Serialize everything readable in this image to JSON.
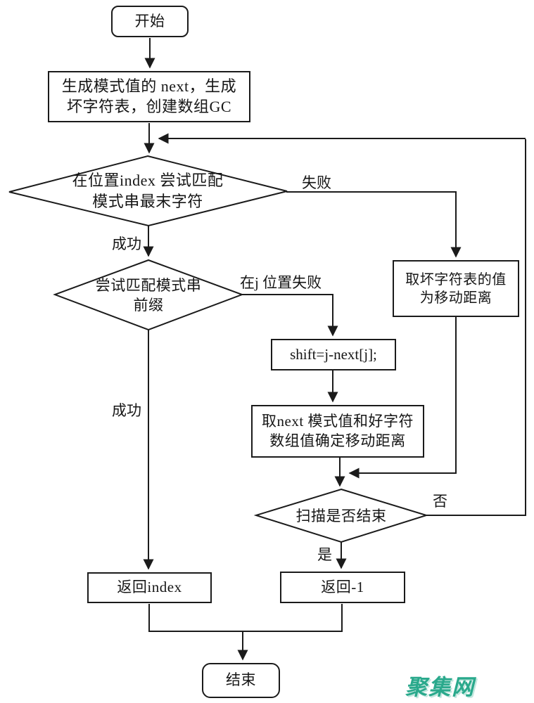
{
  "page": {
    "background": "#ffffff",
    "line_color": "#1b1b1b"
  },
  "watermark": {
    "text": "聚集网",
    "color": "#2aa98c"
  },
  "flowchart": {
    "nodes": {
      "start": {
        "type": "terminator",
        "lines": [
          "开始"
        ]
      },
      "init": {
        "type": "process",
        "lines": [
          "生成模式值的 next，生成",
          "坏字符表，创建数组GC"
        ]
      },
      "match_last": {
        "type": "decision",
        "lines": [
          "在位置index 尝试匹配",
          "模式串最末字符"
        ]
      },
      "match_prefix": {
        "type": "decision",
        "lines": [
          "尝试匹配模式串",
          "前缀"
        ]
      },
      "bad_char": {
        "type": "process",
        "lines": [
          "取坏字符表的值",
          "为移动距离"
        ]
      },
      "shift": {
        "type": "process",
        "lines": [
          "shift=j-next[j];"
        ]
      },
      "good_char": {
        "type": "process",
        "lines": [
          "取next 模式值和好字符",
          "数组值确定移动距离"
        ]
      },
      "scan_end": {
        "type": "decision",
        "lines": [
          "扫描是否结束"
        ]
      },
      "return_index": {
        "type": "process",
        "lines": [
          "返回index"
        ]
      },
      "return_neg1": {
        "type": "process",
        "lines": [
          "返回-1"
        ]
      },
      "end": {
        "type": "terminator",
        "lines": [
          "结束"
        ]
      }
    },
    "edge_labels": {
      "fail": "失败",
      "success_1": "成功",
      "fail_at_j": "在j 位置失败",
      "success_2": "成功",
      "no": "否",
      "yes": "是"
    }
  }
}
